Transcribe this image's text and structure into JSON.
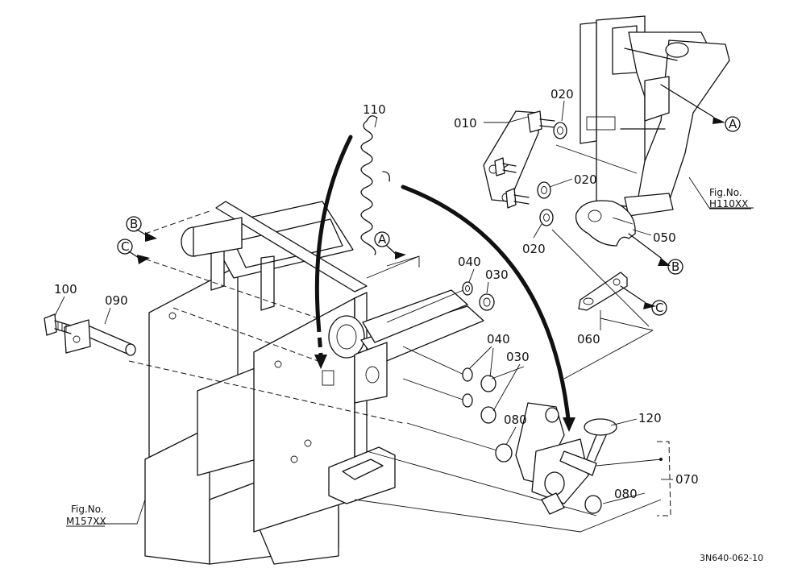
{
  "parts": {
    "p010": "010",
    "p020a": "020",
    "p020b": "020",
    "p020c": "020",
    "p030a": "030",
    "p030b": "030",
    "p040a": "040",
    "p040b": "040",
    "p050": "050",
    "p060": "060",
    "p070": "070",
    "p080a": "080",
    "p080b": "080",
    "p090": "090",
    "p100": "100",
    "p110": "110",
    "p120": "120"
  },
  "refs": {
    "a1": "A",
    "a2": "A",
    "b1": "B",
    "b2": "B",
    "c1": "C",
    "c2": "C"
  },
  "figrefs": {
    "h110_label": "Fig.No.",
    "h110_code": "H110XX",
    "m157_label": "Fig.No.",
    "m157_code": "M157XX"
  },
  "drawing_code": "3N640-062-10"
}
